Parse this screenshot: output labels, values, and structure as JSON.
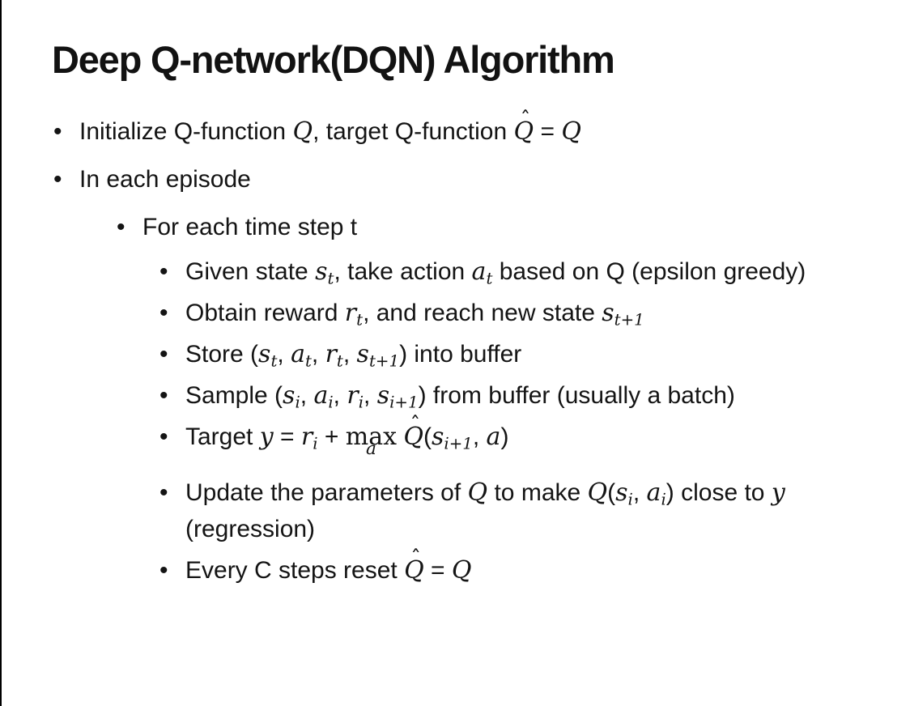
{
  "slide": {
    "title": "Deep Q-network(DQN) Algorithm",
    "bullet_char": "•",
    "bullets": [
      {
        "level": 1,
        "runs": [
          {
            "t": "Initialize Q-function "
          },
          {
            "m": "Q"
          },
          {
            "t": ", target Q-function "
          },
          {
            "hat": "Q"
          },
          {
            "t": " = "
          },
          {
            "m": "Q"
          }
        ]
      },
      {
        "level": 1,
        "runs": [
          {
            "t": "In each episode"
          }
        ]
      },
      {
        "level": 2,
        "runs": [
          {
            "t": "For each time step t"
          }
        ]
      },
      {
        "level": 3,
        "runs": [
          {
            "t": "Given state "
          },
          {
            "b": "s",
            "s": "t"
          },
          {
            "t": ", take action "
          },
          {
            "b": "a",
            "s": "t"
          },
          {
            "t": " based on Q (epsilon greedy)"
          }
        ]
      },
      {
        "level": 3,
        "runs": [
          {
            "t": "Obtain reward "
          },
          {
            "b": "r",
            "s": "t"
          },
          {
            "t": ", and reach new state "
          },
          {
            "b": "s",
            "s": "t+1"
          }
        ]
      },
      {
        "level": 3,
        "runs": [
          {
            "t": "Store ("
          },
          {
            "b": "s",
            "s": "t"
          },
          {
            "t": ", "
          },
          {
            "b": "a",
            "s": "t"
          },
          {
            "t": ", "
          },
          {
            "b": "r",
            "s": "t"
          },
          {
            "t": ", "
          },
          {
            "b": "s",
            "s": "t+1"
          },
          {
            "t": ") into buffer"
          }
        ]
      },
      {
        "level": 3,
        "runs": [
          {
            "t": "Sample ("
          },
          {
            "b": "s",
            "s": "i"
          },
          {
            "t": ", "
          },
          {
            "b": "a",
            "s": "i"
          },
          {
            "t": ", "
          },
          {
            "b": "r",
            "s": "i"
          },
          {
            "t": ", "
          },
          {
            "b": "s",
            "s": "i+1"
          },
          {
            "t": ") from buffer (usually a batch)"
          }
        ]
      },
      {
        "level": 3,
        "runs": [
          {
            "t": "Target "
          },
          {
            "m": "y"
          },
          {
            "t": " = "
          },
          {
            "b": "r",
            "s": "i"
          },
          {
            "t": " + "
          },
          {
            "under": {
              "top": "max",
              "bot": "a"
            }
          },
          {
            "t": " "
          },
          {
            "hat": "Q"
          },
          {
            "t": "("
          },
          {
            "b": "s",
            "s": "i+1"
          },
          {
            "t": ", "
          },
          {
            "m": "a"
          },
          {
            "t": ")"
          }
        ]
      },
      {
        "level": 3,
        "runs": [
          {
            "t": "Update the parameters of "
          },
          {
            "m": "Q"
          },
          {
            "t": " to make "
          },
          {
            "m": "Q"
          },
          {
            "t": "("
          },
          {
            "b": "s",
            "s": "i"
          },
          {
            "t": ", "
          },
          {
            "b": "a",
            "s": "i"
          },
          {
            "t": ") close to "
          },
          {
            "m": "y"
          },
          {
            "t": " (regression)"
          }
        ]
      },
      {
        "level": 3,
        "runs": [
          {
            "t": "Every C steps reset "
          },
          {
            "hat": "Q"
          },
          {
            "t": " = "
          },
          {
            "m": "Q"
          }
        ]
      }
    ]
  }
}
